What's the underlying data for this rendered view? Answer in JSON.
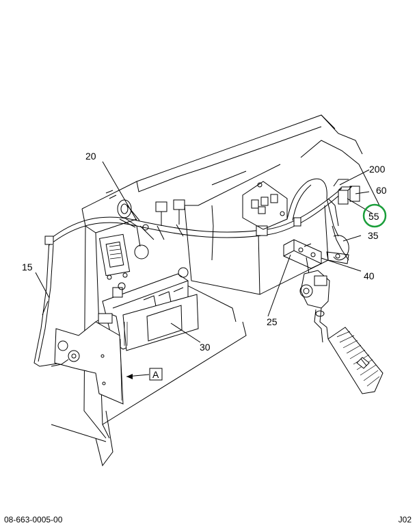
{
  "callouts": {
    "c15": "15",
    "c20": "20",
    "c25": "25",
    "c30": "30",
    "c35": "35",
    "c40": "40",
    "c55": "55",
    "c60": "60",
    "c200": "200",
    "cA": "A"
  },
  "highlight_color": "#1a9e3a",
  "footer": {
    "doc_number": "08-663-0005-00",
    "page_code": "J02"
  }
}
